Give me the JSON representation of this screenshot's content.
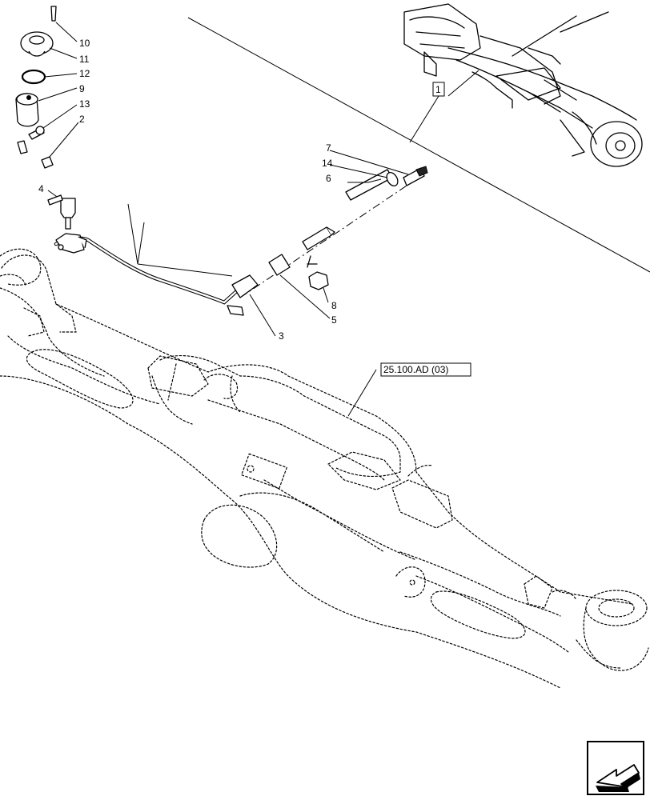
{
  "callouts": [
    "10",
    "11",
    "12",
    "9",
    "13",
    "2",
    "4",
    "7",
    "14",
    "6",
    "8",
    "5",
    "3",
    "1"
  ],
  "reference_label": "25.100.AD (03)",
  "navigation": {
    "icon": "arrow-nav-icon"
  }
}
